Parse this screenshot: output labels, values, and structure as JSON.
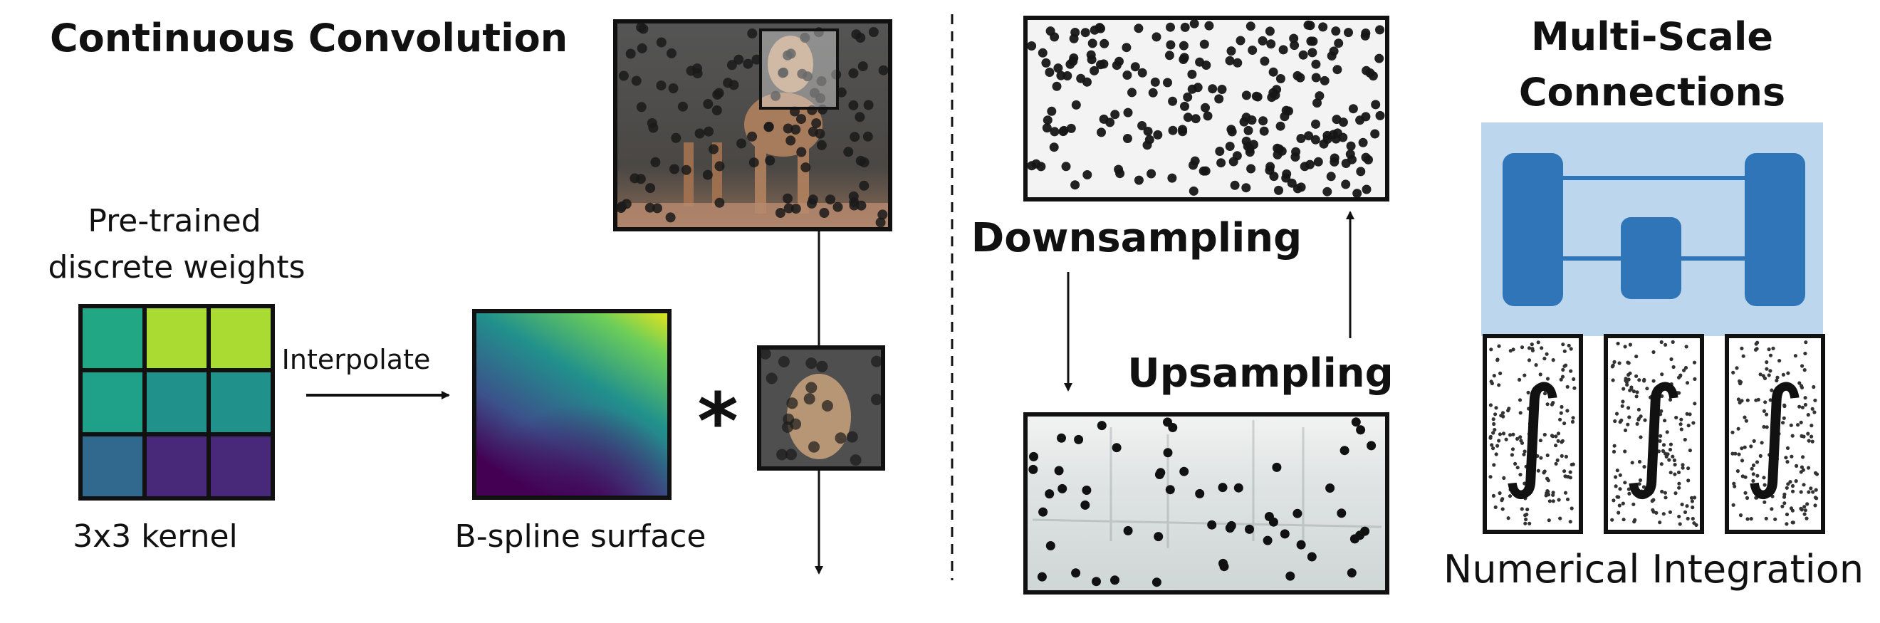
{
  "left_panel": {
    "title": "Continuous Convolution",
    "pretrained_label_line1": "Pre-trained",
    "pretrained_label_line2": "discrete weights",
    "kernel_label": "3x3 kernel",
    "interpolate_label": "Interpolate",
    "bspline_label": "B-spline surface",
    "convolution_symbol": "*",
    "kernel_colors": [
      [
        "#22a784",
        "#a9db33",
        "#a9db33"
      ],
      [
        "#1fa088",
        "#21918c",
        "#21918c"
      ],
      [
        "#31688e",
        "#482878",
        "#482878"
      ]
    ],
    "surface_gradient": {
      "top_right": "#e8e419",
      "middle": "#21918c",
      "bottom": "#440154"
    }
  },
  "right_panel": {
    "downsampling_label": "Downsampling",
    "upsampling_label": "Upsampling",
    "multiscale_title_line1": "Multi-Scale",
    "multiscale_title_line2": "Connections",
    "numerical_integration_label": "Numerical Integration",
    "integral_symbol": "∫",
    "unet_background": "#bcd6ee",
    "unet_block_color": "#2f75b8"
  }
}
